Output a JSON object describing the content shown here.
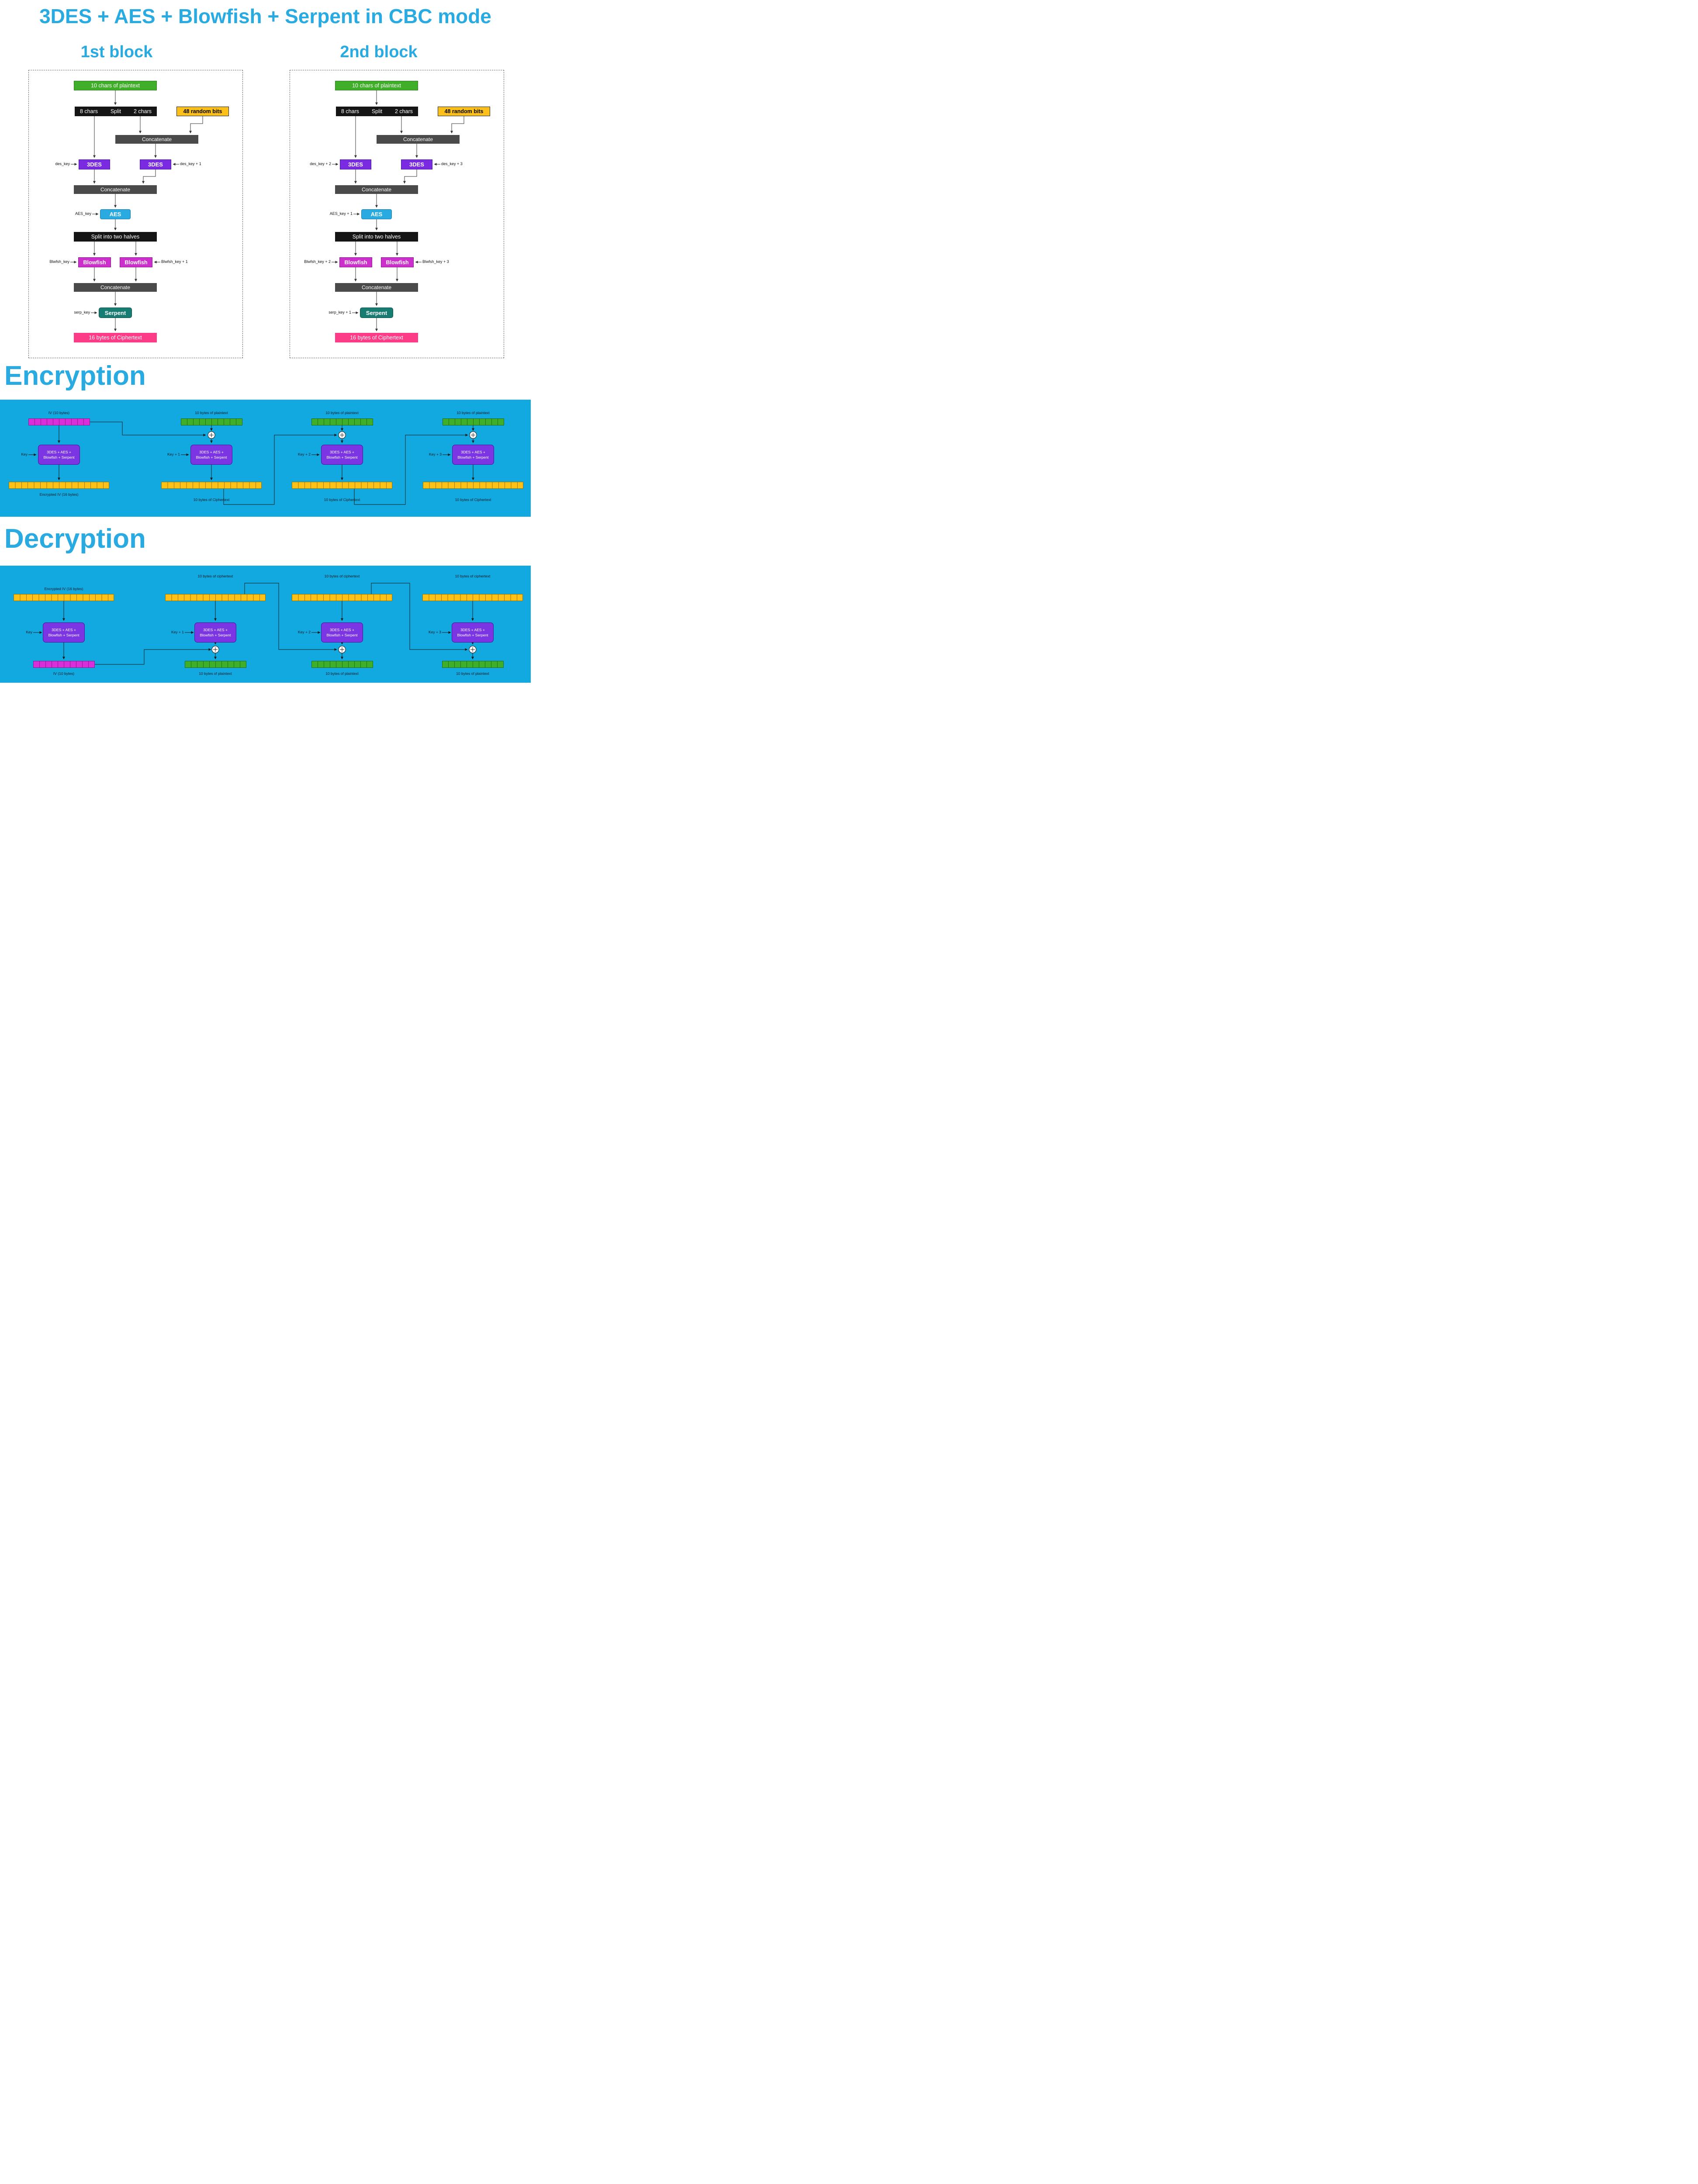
{
  "title": "3DES + AES + Blowfish + Serpent in CBC mode",
  "colors": {
    "accent": "#29abe2",
    "band_bg": "#12a8e0",
    "plaintext_green": "#3fae29",
    "random_orange": "#fdc018",
    "des_purple": "#7a2be2",
    "aes_blue": "#29abe2",
    "blowfish_magenta": "#cc2fcb",
    "serpent_teal": "#177d72",
    "ciphertext_pink": "#fc3c87",
    "concat_gray": "#4a4a4a",
    "split_black": "#151515",
    "cbc_purple": "#7b35e3"
  },
  "blocks": [
    {
      "heading": "1st block",
      "plaintext_label": "10 chars of plaintext",
      "split_left": "8 chars",
      "split_mid": "Split",
      "split_right": "2 chars",
      "random_bits_label": "48 random bits",
      "concat1_label": "Concatenate",
      "des_left_label": "3DES",
      "des_right_label": "3DES",
      "des_key_left": "des_key",
      "des_key_right": "des_key + 1",
      "concat2_label": "Concatenate",
      "aes_label": "AES",
      "aes_key": "AES_key",
      "split_halves_label": "Split into two halves",
      "blowfish_left_label": "Blowfish",
      "blowfish_right_label": "Blowfish",
      "blowfish_key_left": "Blwfsh_key",
      "blowfish_key_right": "Blwfsh_key + 1",
      "concat3_label": "Concatenate",
      "serpent_label": "Serpent",
      "serpent_key": "serp_key",
      "ciphertext_label": "16 bytes of Ciphertext"
    },
    {
      "heading": "2nd block",
      "plaintext_label": "10 chars of plaintext",
      "split_left": "8 chars",
      "split_mid": "Split",
      "split_right": "2 chars",
      "random_bits_label": "48 random bits",
      "concat1_label": "Concatenate",
      "des_left_label": "3DES",
      "des_right_label": "3DES",
      "des_key_left": "des_key + 2",
      "des_key_right": "des_key + 3",
      "concat2_label": "Concatenate",
      "aes_label": "AES",
      "aes_key": "AES_key + 1",
      "split_halves_label": "Split into two halves",
      "blowfish_left_label": "Blowfish",
      "blowfish_right_label": "Blowfish",
      "blowfish_key_left": "Blwfsh_key + 2",
      "blowfish_key_right": "Blwfsh_key + 3",
      "concat3_label": "Concatenate",
      "serpent_label": "Serpent",
      "serpent_key": "serp_key + 1",
      "ciphertext_label": "16 bytes of Ciphertext"
    }
  ],
  "encryption": {
    "heading": "Encryption",
    "stages": [
      {
        "top_label": "IV (10 bytes)",
        "key_label": "Key",
        "cipher_line1": "3DES + AES +",
        "cipher_line2": "Blowfish + Serpent",
        "bottom_label": "Encrypted IV (16 bytes)"
      },
      {
        "top_label": "10 bytes of plaintext",
        "key_label": "Key + 1",
        "cipher_line1": "3DES + AES +",
        "cipher_line2": "Blowfish + Serpent",
        "bottom_label": "10 bytes of Ciphertext"
      },
      {
        "top_label": "10 bytes of plaintext",
        "key_label": "Key + 2",
        "cipher_line1": "3DES + AES +",
        "cipher_line2": "Blowfish + Serpent",
        "bottom_label": "10 bytes of Ciphertext"
      },
      {
        "top_label": "10 bytes of plaintext",
        "key_label": "Key + 3",
        "cipher_line1": "3DES + AES +",
        "cipher_line2": "Blowfish + Serpent",
        "bottom_label": "10 bytes of Ciphertext"
      }
    ]
  },
  "decryption": {
    "heading": "Decryption",
    "stages": [
      {
        "top_label": "Encrypted IV (16 bytes)",
        "key_label": "Key",
        "cipher_line1": "3DES + AES +",
        "cipher_line2": "Blowfish + Serpent",
        "bottom_label": "IV (10 bytes)"
      },
      {
        "top_label": "10 bytes of ciphertext",
        "key_label": "Key + 1",
        "cipher_line1": "3DES + AES +",
        "cipher_line2": "Blowfish + Serpent",
        "bottom_label": "10 bytes of plaintext"
      },
      {
        "top_label": "10 bytes of ciphertext",
        "key_label": "Key + 2",
        "cipher_line1": "3DES + AES +",
        "cipher_line2": "Blowfish + Serpent",
        "bottom_label": "10 bytes of plaintext"
      },
      {
        "top_label": "10 bytes of ciphertext",
        "key_label": "Key + 3",
        "cipher_line1": "3DES + AES +",
        "cipher_line2": "Blowfish + Serpent",
        "bottom_label": "10 bytes of plaintext"
      }
    ]
  }
}
